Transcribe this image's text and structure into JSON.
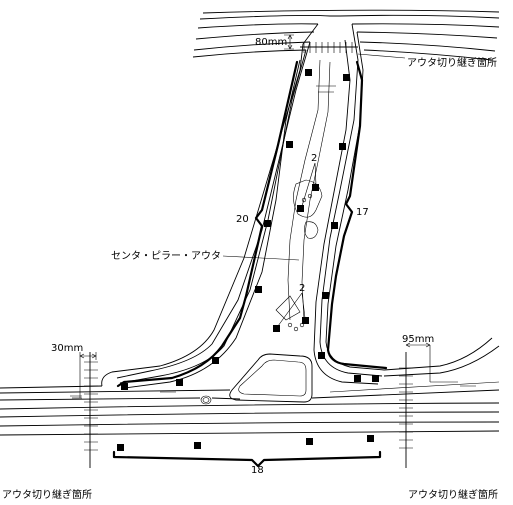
{
  "labels": {
    "part_name": "センタ・ピラー・アウタ",
    "cut_top": "アウタ切り継ぎ箇所",
    "cut_left": "アウタ切り継ぎ箇所",
    "cut_right": "アウタ切り継ぎ箇所",
    "dim_top": "80mm",
    "dim_left": "30mm",
    "dim_right": "95mm",
    "count_left": "20",
    "count_right": "17",
    "count_bottom": "18",
    "callout_upper": "2",
    "callout_lower": "2"
  }
}
